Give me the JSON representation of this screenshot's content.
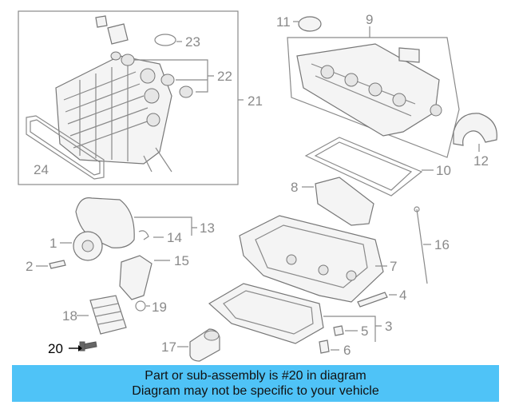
{
  "callouts": {
    "n1": "1",
    "n2": "2",
    "n3": "3",
    "n4": "4",
    "n5": "5",
    "n6": "6",
    "n7": "7",
    "n8": "8",
    "n9": "9",
    "n10": "10",
    "n11": "11",
    "n12": "12",
    "n13": "13",
    "n14": "14",
    "n15": "15",
    "n16": "16",
    "n17": "17",
    "n18": "18",
    "n19": "19",
    "n20": "20",
    "n21": "21",
    "n22": "22",
    "n23": "23",
    "n24": "24"
  },
  "highlight_color": "#4fc3f7",
  "banner": {
    "line1": "Part or sub-assembly is #20 in diagram",
    "line2": "Diagram may not be specific to your vehicle"
  }
}
